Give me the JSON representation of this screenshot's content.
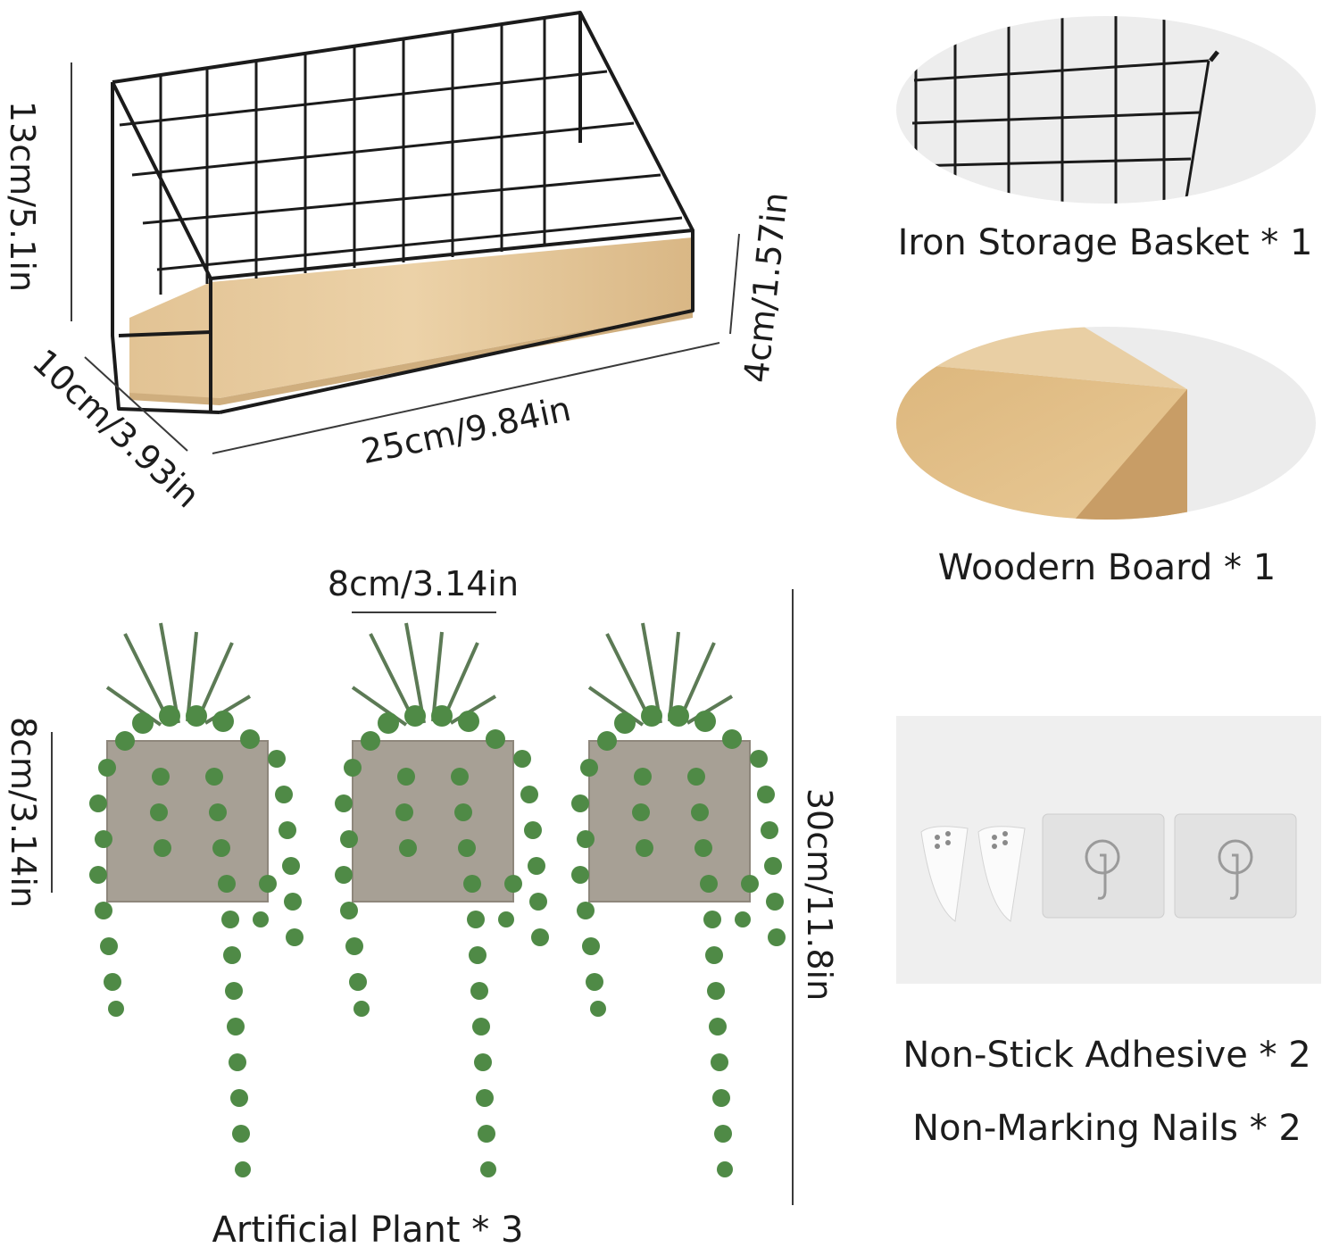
{
  "shelf": {
    "height_label": "13cm/5.1in",
    "depth_label": "10cm/3.93in",
    "width_label": "25cm/9.84in",
    "board_label": "4cm/1.57in"
  },
  "plants": {
    "width_label": "8cm/3.14in",
    "pot_height_label": "8cm/3.14in",
    "total_height_label": "30cm/11.8in",
    "caption": "Artificial Plant * 3"
  },
  "parts": {
    "basket_caption": "Iron Storage Basket * 1",
    "board_caption": "Woodern Board * 1",
    "adhesive_caption": "Non-Stick Adhesive * 2",
    "nails_caption": "Non-Marking Nails * 2"
  },
  "colors": {
    "wire": "#1b1b1b",
    "wood": "#e6c99c",
    "plant": "#4f8a46",
    "pot": "#a49d92"
  }
}
